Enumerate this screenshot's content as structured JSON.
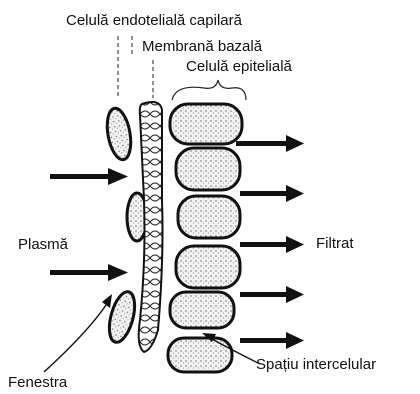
{
  "labels": {
    "endothelial": "Celulă endotelială capilară",
    "basement": "Membrană bazală",
    "epithelial": "Celulă epitelială",
    "plasma": "Plasmă",
    "filtrate": "Filtrat",
    "intercellular": "Spațiu intercelular",
    "fenestra": "Fenestra"
  },
  "colors": {
    "ink": "#111111",
    "stipple": "#9a9a9a",
    "background": "#ffffff"
  }
}
